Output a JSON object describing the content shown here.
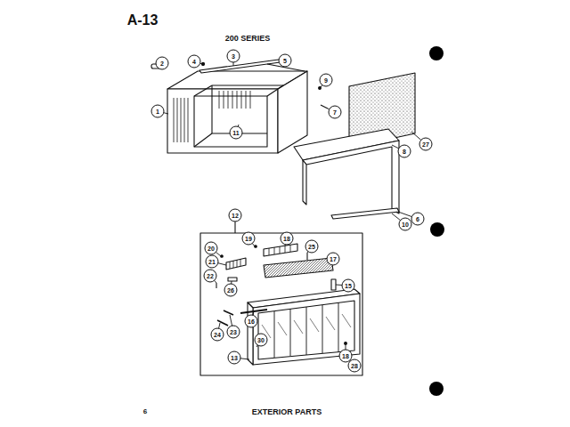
{
  "diagram": {
    "title": "200 SERIES",
    "caption": "EXTERIOR PARTS",
    "labels": [
      "A-13",
      "2",
      "4",
      "3",
      "5",
      "9",
      "7",
      "27",
      "1",
      "11",
      "8",
      "6",
      "10",
      "12",
      "20",
      "19",
      "18",
      "25",
      "17",
      "21",
      "15",
      "22",
      "26",
      "16",
      "24",
      "23",
      "30",
      "13",
      "18",
      "28",
      "6"
    ]
  }
}
